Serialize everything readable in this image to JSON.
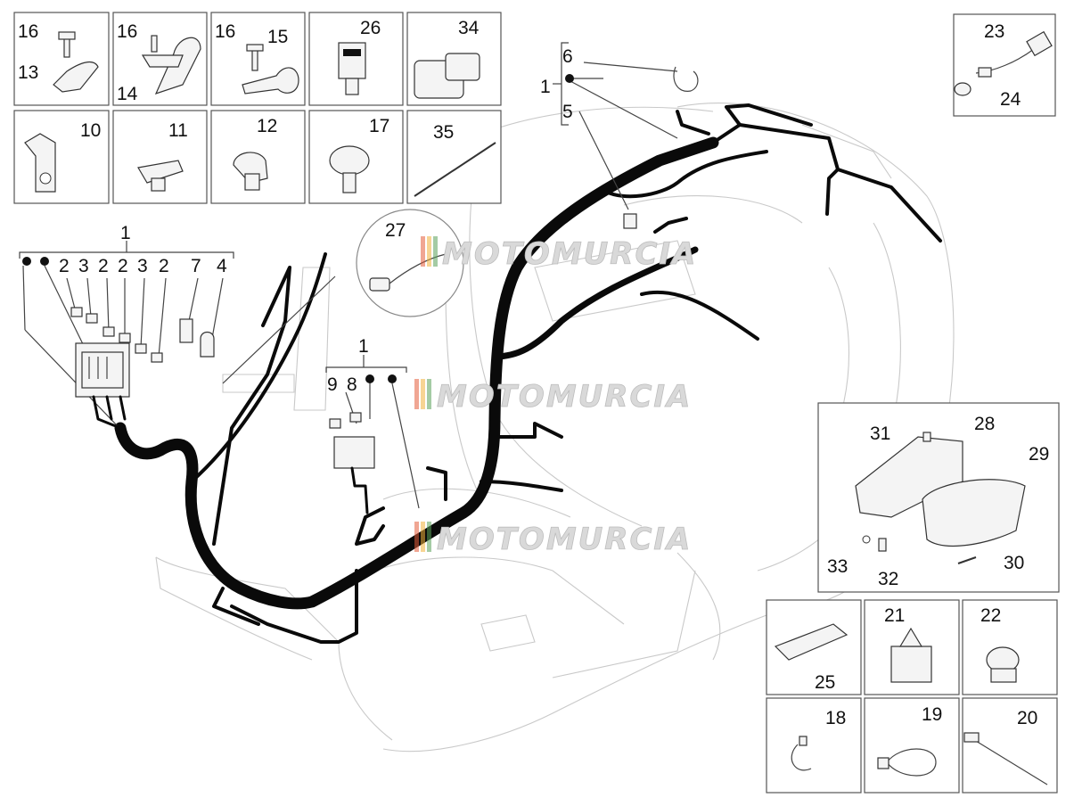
{
  "labels": {
    "p16a": "16",
    "p13": "13",
    "p16b": "16",
    "p14": "14",
    "p16c": "16",
    "p15": "15",
    "p26": "26",
    "p34": "34",
    "p10": "10",
    "p11": "11",
    "p12": "12",
    "p17": "17",
    "p35": "35",
    "p23": "23",
    "p24": "24",
    "p6": "6",
    "p1_top": "1",
    "p5": "5",
    "p27": "27",
    "p1_left": "1",
    "p2a": "2",
    "p3a": "3",
    "p2b": "2",
    "p2c": "2",
    "p3b": "3",
    "p2d": "2",
    "p7": "7",
    "p4": "4",
    "p1_mid": "1",
    "p9": "9",
    "p8": "8",
    "p31": "31",
    "p28": "28",
    "p29": "29",
    "p33": "33",
    "p32": "32",
    "p30": "30",
    "p21": "21",
    "p22": "22",
    "p25": "25",
    "p18": "18",
    "p19": "19",
    "p20": "20"
  },
  "watermark": "MOTOMURCIA",
  "colors": {
    "harness": "#0a0a0a",
    "outline": "#c9c9c9",
    "frame": "#555555"
  }
}
